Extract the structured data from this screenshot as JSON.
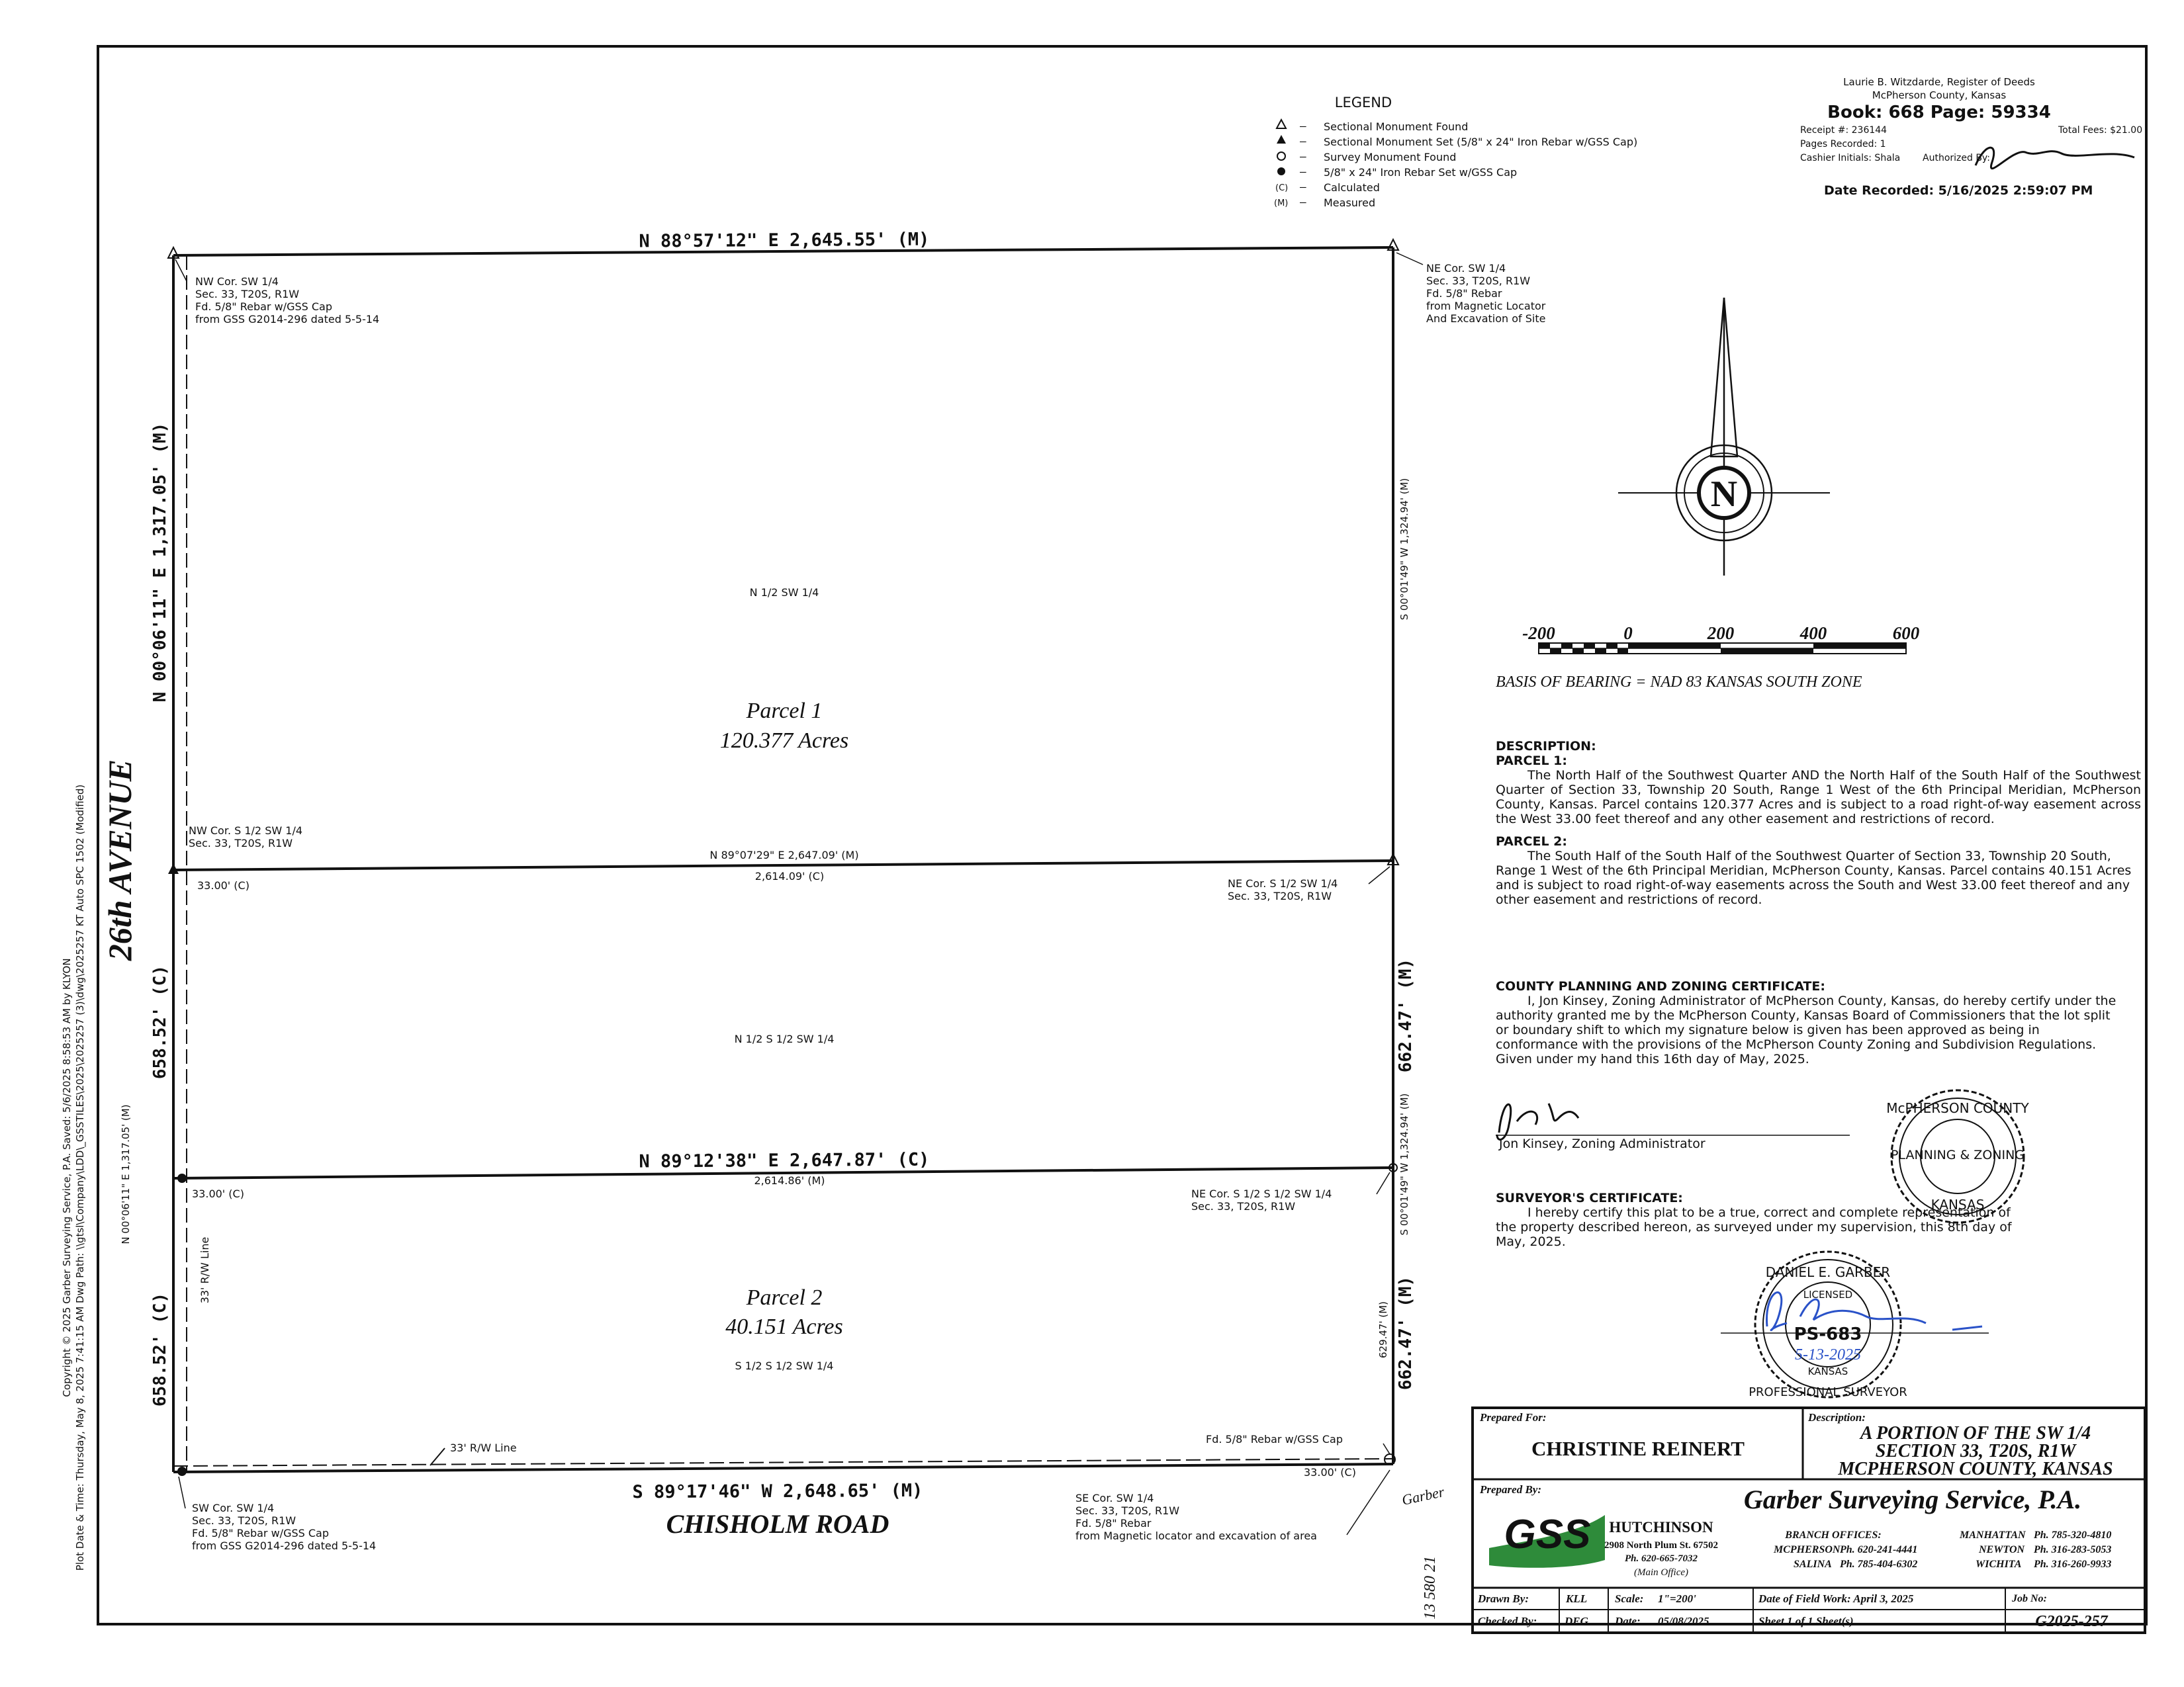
{
  "recording": {
    "register": "Laurie B. Witzdarde, Register of Deeds",
    "county": "McPherson County, Kansas",
    "book_page": "Book: 668 Page: 59334",
    "receipt": "Receipt #: 236144",
    "total_fees": "Total Fees: $21.00",
    "pages_recorded": "Pages Recorded: 1",
    "cashier": "Cashier Initials: Shala",
    "authorized_by": "Authorized By:",
    "date_recorded": "Date Recorded: 5/16/2025 2:59:07 PM"
  },
  "legend": {
    "title": "LEGEND",
    "items": [
      {
        "symbol": "open-triangle",
        "text": "Sectional Monument Found"
      },
      {
        "symbol": "filled-triangle",
        "text": "Sectional Monument Set (5/8\" x 24\" Iron Rebar w/GSS Cap)"
      },
      {
        "symbol": "open-circle",
        "text": "Survey Monument Found"
      },
      {
        "symbol": "filled-circle",
        "text": "5/8\" x 24\" Iron Rebar Set w/GSS Cap"
      },
      {
        "symbol": "(C)",
        "text": "Calculated"
      },
      {
        "symbol": "(M)",
        "text": "Measured"
      }
    ]
  },
  "plat": {
    "top_bearing": "N 88°57'12\" E  2,645.55' (M)",
    "mid_bearing_m": "N 89°07'29\" E  2,647.09' (M)",
    "mid_bearing_c": "2,614.09' (C)",
    "lower_bearing_c": "N 89°12'38\" E  2,647.87' (C)",
    "lower_bearing_m": "2,614.86' (M)",
    "bottom_bearing": "S 89°17'46\" W  2,648.65' (M)",
    "west_upper": "N 00°06'11\" E  1,317.05' (M)",
    "west_lower": "N 00°06'11\" E  1,317.05' (M)",
    "west_seg1": "658.52' (C)",
    "west_seg2": "658.52' (C)",
    "east_upper": "S 00°01'49\" W  1,324.94' (M)",
    "east_lower": "S 00°01'49\" W  1,324.94' (M)",
    "east_seg1": "662.47' (M)",
    "east_seg2": "662.47' (M)",
    "east_inner": "629.47' (M)",
    "road_west": "26th AVENUE",
    "road_south": "CHISHOLM ROAD",
    "offset_1": "33.00' (C)",
    "offset_2": "33.00' (C)",
    "offset_3": "33.00' (C)",
    "rw_line_vertical": "33' R/W Line",
    "rw_line_horizontal": "33' R/W Line",
    "n_half_label": "N 1/2 SW 1/4",
    "parcel1_name": "Parcel 1",
    "parcel1_acres": "120.377 Acres",
    "n_half_s_half_label": "N 1/2 S 1/2 SW 1/4",
    "parcel2_name": "Parcel 2",
    "parcel2_acres": "40.151 Acres",
    "s_half_s_half_label": "S 1/2 S 1/2 SW 1/4",
    "corners": {
      "nw": [
        "NW Cor. SW 1/4",
        "Sec. 33, T20S, R1W",
        "Fd. 5/8\" Rebar w/GSS Cap",
        "from GSS G2014-296 dated 5-5-14"
      ],
      "ne": [
        "NE Cor. SW 1/4",
        "Sec. 33, T20S, R1W",
        "Fd. 5/8\" Rebar",
        "from Magnetic Locator",
        "And Excavation of Site"
      ],
      "nw_s_half": [
        "NW Cor. S 1/2 SW 1/4",
        "Sec. 33, T20S, R1W"
      ],
      "ne_s_half": [
        "NE Cor. S 1/2 SW 1/4",
        "Sec. 33, T20S, R1W"
      ],
      "ne_s_half_s_half": [
        "NE Cor. S 1/2 S 1/2 SW 1/4",
        "Sec. 33, T20S, R1W"
      ],
      "se_found": "Fd. 5/8\" Rebar w/GSS Cap",
      "sw": [
        "SW Cor. SW 1/4",
        "Sec. 33, T20S, R1W",
        "Fd. 5/8\" Rebar w/GSS Cap",
        "from GSS G2014-296 dated 5-5-14"
      ],
      "se": [
        "SE Cor. SW 1/4",
        "Sec. 33, T20S, R1W",
        "Fd. 5/8\" Rebar",
        "from Magnetic locator and excavation of area"
      ]
    }
  },
  "scale_bar": {
    "labels": [
      "-200",
      "0",
      "200",
      "400",
      "600"
    ],
    "basis": "BASIS OF BEARING = NAD 83 KANSAS SOUTH ZONE"
  },
  "north_arrow": {
    "letter": "N"
  },
  "description": {
    "title": "DESCRIPTION:",
    "parcel1_title": "PARCEL 1:",
    "parcel1_text": "The North Half of the Southwest Quarter AND the North Half of the South Half of the Southwest Quarter of Section 33, Township 20 South, Range 1 West of the 6th Principal Meridian, McPherson County, Kansas. Parcel contains 120.377 Acres and is subject to a road right-of-way easement across the West 33.00 feet thereof and any other easement and restrictions of record.",
    "parcel2_title": "PARCEL 2:",
    "parcel2_text": "The South Half of the South Half of the Southwest Quarter of Section 33, Township 20 South, Range 1 West of the 6th Principal Meridian, McPherson County, Kansas. Parcel contains 40.151 Acres and is subject to road right-of-way easements across the South and West 33.00 feet thereof and any other easement and restrictions of record."
  },
  "planning": {
    "title": "COUNTY PLANNING AND ZONING CERTIFICATE:",
    "text": "I, Jon Kinsey, Zoning Administrator of McPherson County, Kansas, do hereby certify under the authority granted me by the McPherson County, Kansas Board of Commissioners that the lot split or boundary shift to which my signature below is given has been approved as being in conformance with the provisions of the McPherson County Zoning and Subdivision Regulations. Given under my hand this 16th day of May, 2025.",
    "signature_line": "Jon Kinsey, Zoning Administrator",
    "seal_outer": "McPHERSON COUNTY",
    "seal_inner": "PLANNING & ZONING",
    "seal_bottom": "KANSAS"
  },
  "surveyor": {
    "title": "SURVEYOR'S CERTIFICATE:",
    "text": "I hereby certify this plat to be a true, correct and complete representation of the property described hereon, as surveyed under my supervision, this 8th day of May, 2025.",
    "seal_name": "DANIEL E. GARBER",
    "seal_licensed": "LICENSED",
    "seal_number": "PS-683",
    "seal_date": "5-13-2025",
    "seal_state": "KANSAS",
    "seal_bottom": "PROFESSIONAL SURVEYOR"
  },
  "title_block": {
    "prepared_for_label": "Prepared For:",
    "client": "CHRISTINE REINERT",
    "description_label": "Description:",
    "description_lines": [
      "A PORTION OF THE SW 1/4",
      "SECTION 33, T20S, R1W",
      "MCPHERSON COUNTY, KANSAS"
    ],
    "prepared_by_label": "Prepared By:",
    "company": "Garber Surveying Service, P.A.",
    "logo": "GSS",
    "main_office": [
      "HUTCHINSON",
      "2908 North Plum St. 67502",
      "Ph. 620-665-7032",
      "(Main Office)"
    ],
    "branch_title": "BRANCH OFFICES:",
    "branches": [
      {
        "city": "MCPHERSON",
        "phone": "Ph. 620-241-4441"
      },
      {
        "city": "SALINA",
        "phone": "Ph. 785-404-6302"
      },
      {
        "city": "MANHATTAN",
        "phone": "Ph. 785-320-4810"
      },
      {
        "city": "NEWTON",
        "phone": "Ph. 316-283-5053"
      },
      {
        "city": "WICHITA",
        "phone": "Ph. 316-260-9933"
      }
    ],
    "drawn_by_label": "Drawn By:",
    "drawn_by": "KLL",
    "checked_by_label": "Checked By:",
    "checked_by": "DEG",
    "scale_label": "Scale:",
    "scale": "1\"=200'",
    "date_label": "Date:",
    "date": "05/08/2025",
    "field_work": "Date of Field Work: April 3, 2025",
    "sheet": "Sheet 1 of 1 Sheet(s)",
    "job_label": "Job No:",
    "job_no": "G2025-257"
  },
  "margin_note": {
    "line1": "Copyright © 2025 Garber Surveying Service, P.A. Saved: 5/6/2025 8:58:53 AM by KLYON",
    "line2": "Plot Date & Time: Thursday, May 8, 2025 7:41:15 AM Dwg Path: \\\\gtsl\\Company\\LDD\\_GSSTILES\\2025\\2025257 (3)\\dwg\\2025257 KT Auto SPC 1502 (Modified)"
  },
  "handwritten": {
    "garber_note": "Garber",
    "numbers": "13 580 21"
  },
  "colors": {
    "ink": "#111111",
    "signature_blue": "#2a52c8",
    "logo_green": "#2e8b3a"
  }
}
